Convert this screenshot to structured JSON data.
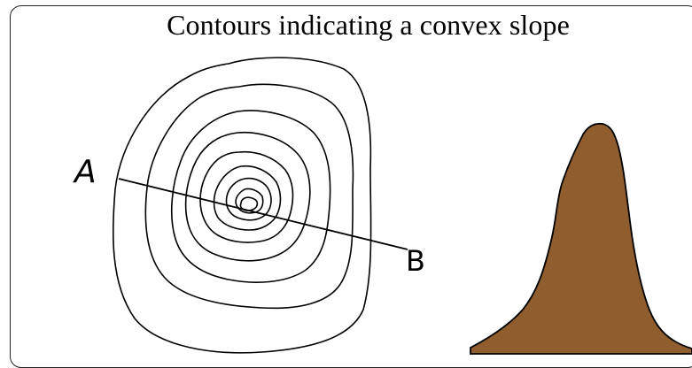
{
  "figure": {
    "title": "Contours indicating a convex slope",
    "point_a_label": "A",
    "point_b_label": "B",
    "colors": {
      "contour": "#000000",
      "hill_fill": "#8f5d2e",
      "hill_outline": "#000000",
      "frame": "#222222"
    }
  }
}
